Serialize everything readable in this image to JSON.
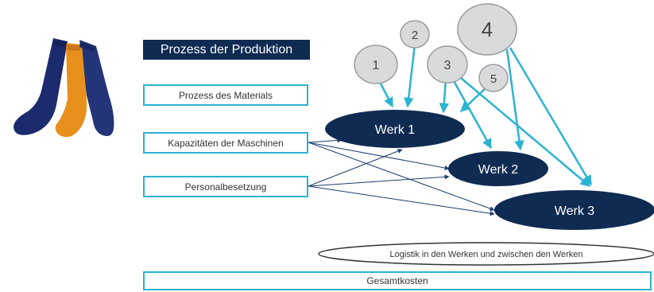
{
  "title": "Prozess der Produktion",
  "factors": {
    "material": "Prozess des Materials",
    "maschinen": "Kapazitäten der Maschinen",
    "personal": "Personalbesetzung"
  },
  "werke": {
    "w1": "Werk 1",
    "w2": "Werk 2",
    "w3": "Werk 3"
  },
  "bubbles": {
    "b1": "1",
    "b2": "2",
    "b3": "3",
    "b4": "4",
    "b5": "5"
  },
  "logistik": "Logistik in den Werken und zwischen den Werken",
  "gesamtkosten": "Gesamtkosten",
  "colors": {
    "navy": "#102b52",
    "cyan": "#2bb3d1",
    "bubble_fill": "#d9dadc",
    "bubble_stroke": "#9a9ca0",
    "sock_orange": "#e8901c",
    "sock_navy": "#1c2f73"
  }
}
